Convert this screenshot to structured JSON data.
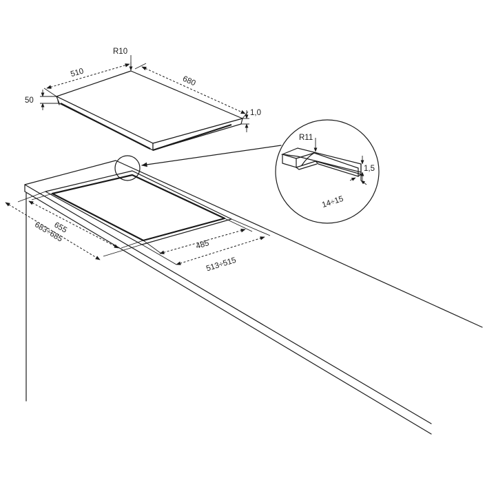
{
  "hob": {
    "corner_radius": "R10",
    "width": "510",
    "depth": "680",
    "height": "50",
    "glass_thickness": "1,0"
  },
  "cutout": {
    "depth": "655",
    "depth_range": "683÷685",
    "width": "485",
    "width_range": "513÷515"
  },
  "detail": {
    "corner_radius": "R11",
    "rebate_depth": "1,5",
    "rebate_width": "14÷15"
  }
}
